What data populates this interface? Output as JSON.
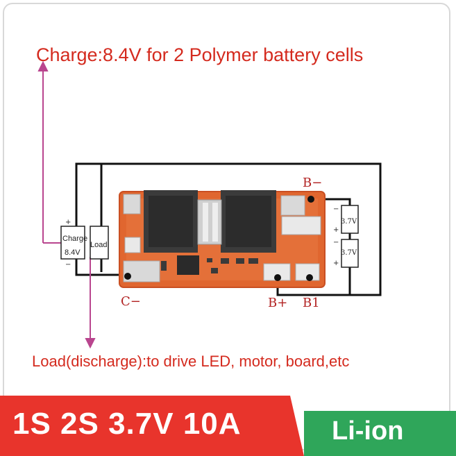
{
  "title": "Charge:8.4V for 2 Polymer battery cells",
  "note": "Load(discharge):to drive LED, motor, board,etc",
  "labels": {
    "b_minus": "B−",
    "c_minus": "C−",
    "b_plus": "B+",
    "b1": "B1",
    "charge_box_line1": "Charge",
    "charge_box_line2": "8.4V",
    "load_box": "Load",
    "plus": "+",
    "minus": "−",
    "cell_top": "3.7V",
    "cell_bottom": "3.7V"
  },
  "banner": {
    "left_text": "1S 2S 3.7V 10A",
    "right_text": "Li-ion",
    "left_color": "#e8342c",
    "right_color": "#2fa65a"
  },
  "colors": {
    "text_red": "#d42a1e",
    "pcb": "#e0662f",
    "arrow": "#b9458e"
  }
}
